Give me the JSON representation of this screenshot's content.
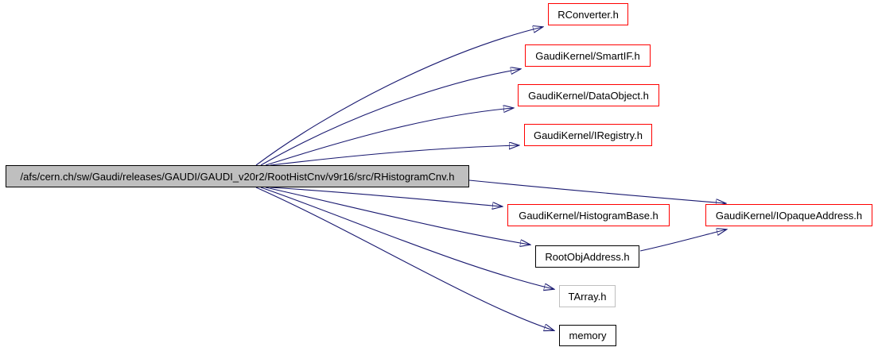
{
  "graph": {
    "type": "include-dependency-graph",
    "edge_color": "#191970",
    "colors": {
      "main_node_fill": "#bfbfbf",
      "main_node_border": "#000000",
      "linked_node_border": "#ff0000",
      "plain_node_border": "#000000",
      "truncated_node_border": "#bfbfbf"
    },
    "nodes": {
      "main": {
        "label": "/afs/cern.ch/sw/Gaudi/releases/GAUDI/GAUDI_v20r2/RootHistCnv/v9r16/src/RHistogramCnv.h",
        "border": "#000000",
        "fill": "#bfbfbf"
      },
      "rconverter": {
        "label": "RConverter.h",
        "border": "#ff0000",
        "fill": "#ffffff"
      },
      "smartif": {
        "label": "GaudiKernel/SmartIF.h",
        "border": "#ff0000",
        "fill": "#ffffff"
      },
      "dataobject": {
        "label": "GaudiKernel/DataObject.h",
        "border": "#ff0000",
        "fill": "#ffffff"
      },
      "iregistry": {
        "label": "GaudiKernel/IRegistry.h",
        "border": "#ff0000",
        "fill": "#ffffff"
      },
      "histogrambase": {
        "label": "GaudiKernel/HistogramBase.h",
        "border": "#ff0000",
        "fill": "#ffffff"
      },
      "iopaqueaddress": {
        "label": "GaudiKernel/IOpaqueAddress.h",
        "border": "#ff0000",
        "fill": "#ffffff"
      },
      "rootobjaddress": {
        "label": "RootObjAddress.h",
        "border": "#000000",
        "fill": "#ffffff"
      },
      "tarray": {
        "label": "TArray.h",
        "border": "#bfbfbf",
        "fill": "#ffffff"
      },
      "memory": {
        "label": "memory",
        "border": "#000000",
        "fill": "#ffffff"
      }
    },
    "edges": [
      {
        "from": "main",
        "to": "rconverter"
      },
      {
        "from": "main",
        "to": "smartif"
      },
      {
        "from": "main",
        "to": "dataobject"
      },
      {
        "from": "main",
        "to": "iregistry"
      },
      {
        "from": "main",
        "to": "histogrambase"
      },
      {
        "from": "main",
        "to": "iopaqueaddress"
      },
      {
        "from": "main",
        "to": "rootobjaddress"
      },
      {
        "from": "main",
        "to": "tarray"
      },
      {
        "from": "main",
        "to": "memory"
      },
      {
        "from": "rootobjaddress",
        "to": "iopaqueaddress"
      }
    ]
  }
}
